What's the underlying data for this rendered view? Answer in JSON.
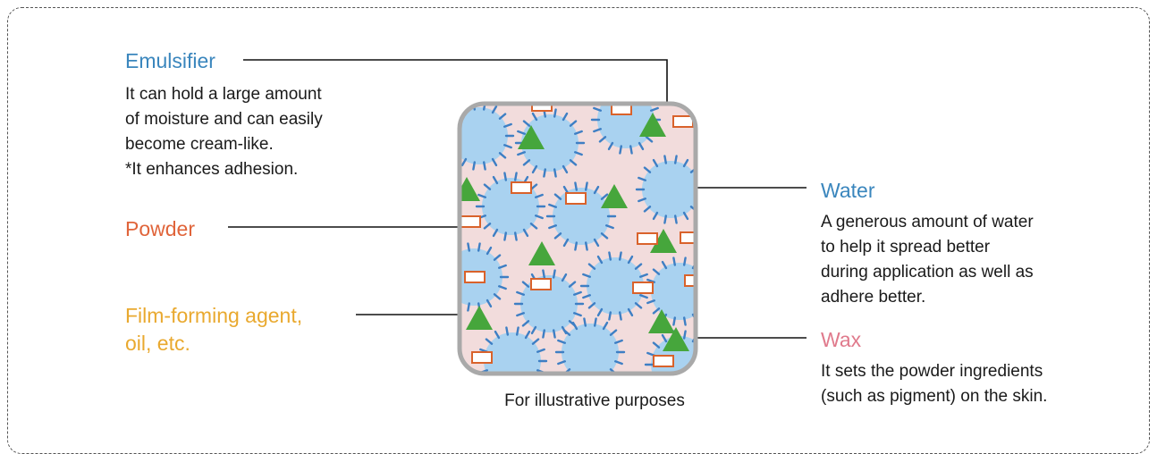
{
  "labels": {
    "emulsifier": {
      "title": "Emulsifier",
      "color": "#3a86bd",
      "desc": "It can hold a large amount\nof moisture and can easily\nbecome cream-like.\n*It enhances adhesion."
    },
    "powder": {
      "title": "Powder",
      "color": "#e0643a"
    },
    "film": {
      "title": "Film-forming agent,\noil, etc.",
      "color": "#e9a92f"
    },
    "water": {
      "title": "Water",
      "color": "#3a86bd",
      "desc": "A generous amount of water\nto help it spread better\nduring application as well as\nadhere better."
    },
    "wax": {
      "title": "Wax",
      "color": "#e07a8c",
      "desc": "It sets the powder ingredients\n(such as pigment) on the skin."
    }
  },
  "caption": "For illustrative purposes",
  "colors": {
    "background": "#f2dcdc",
    "water_drop": "#a9d2f0",
    "water_tick": "#3e7fc4",
    "powder_outline": "#d9622b",
    "wax_triangle": "#46a63c",
    "border": "#a9a9a9"
  }
}
